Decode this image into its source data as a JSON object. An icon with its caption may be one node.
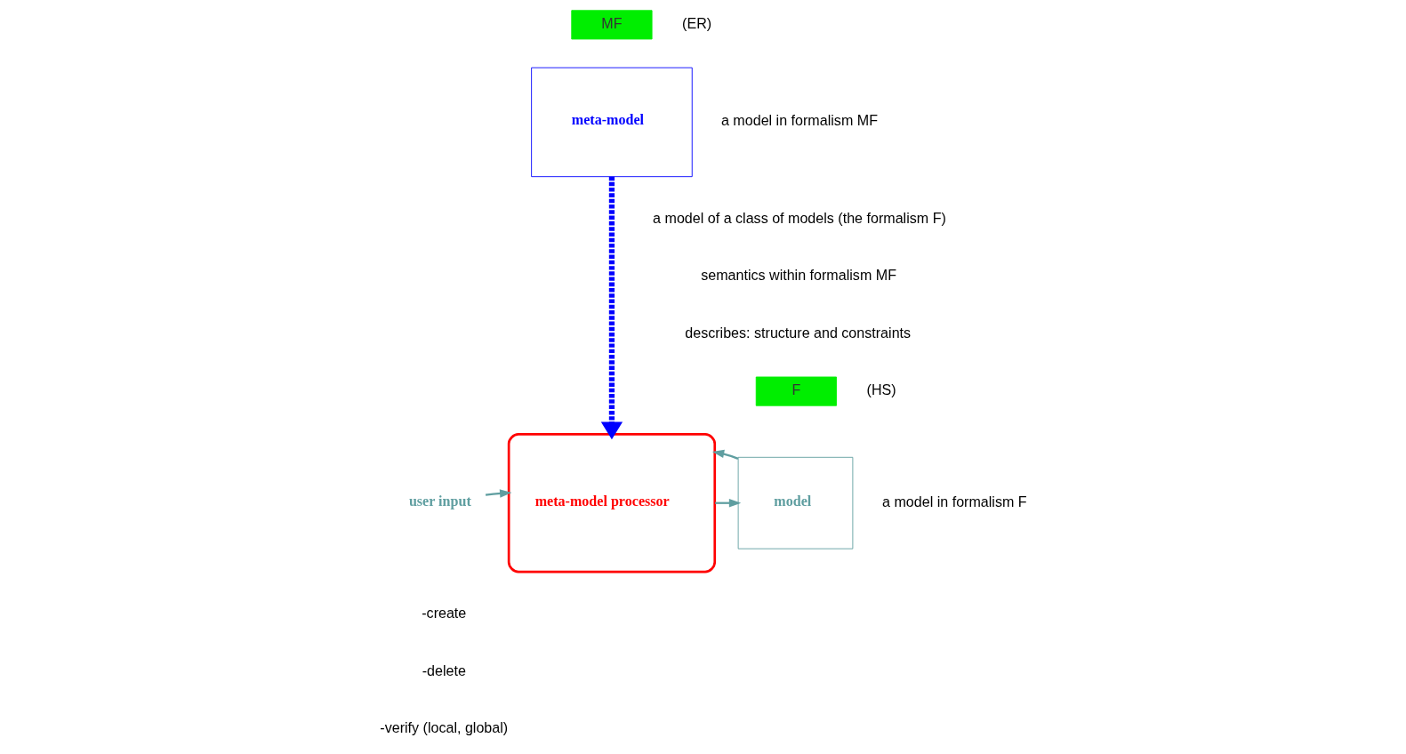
{
  "diagram": {
    "nodes": [
      {
        "text": [
          "meta-model"
        ],
        "beside": [
          "a model in formalism MF"
        ]
      },
      {
        "text": [
          "MF"
        ],
        "beside": [
          "(ER)"
        ]
      },
      {
        "text": [
          "meta-model processor"
        ]
      },
      {
        "text": [
          "model"
        ],
        "beside": [
          "a model in formalism F"
        ]
      },
      {
        "text": [
          "F"
        ],
        "beside": [
          "(HS)"
        ]
      },
      {
        "text": [
          "user input"
        ]
      }
    ],
    "edges": [
      {
        "from": 0,
        "to": 2,
        "arrow": "to",
        "style": "dashed",
        "color": "#0000ff"
      },
      {
        "from": 5,
        "to": 2,
        "arrow": "to"
      },
      {
        "from": 2,
        "to": 3,
        "arrow": "to"
      },
      {
        "from": 3,
        "to": 2,
        "arrow": "to"
      }
    ],
    "labels": [
      "a model of a class of models (the formalism F)",
      "semantics within formalism MF",
      "describes: structure and constraints",
      "-create",
      "-delete",
      "-verify (local, global)"
    ]
  }
}
